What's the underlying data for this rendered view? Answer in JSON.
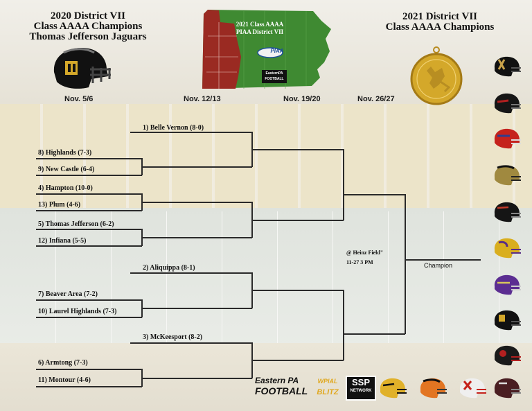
{
  "header": {
    "left_title_lines": [
      "2020 District VII",
      "Class AAAA Champions",
      "Thomas Jefferson Jaguars"
    ],
    "right_title_lines": [
      "2021 District VII",
      "Class AAAA Champions"
    ]
  },
  "map": {
    "title_lines": [
      "2021 Class AAAA",
      "PIAA District VII"
    ],
    "badge": "PIAA",
    "logo_lines": [
      "EasternPA",
      "FOOTBALL"
    ]
  },
  "dates": [
    "Nov. 5/6",
    "Nov. 12/13",
    "Nov. 19/20",
    "Nov. 26/27"
  ],
  "teams": {
    "belle_vernon": "1) Belle Vernon (8-0)",
    "highlands": "8) Highlands (7-3)",
    "new_castle": "9) New Castle (6-4)",
    "hampton": "4) Hampton (10-0)",
    "plum": "13) Plum  (4-6)",
    "thomas_jefferson": "5) Thomas Jefferson (6-2)",
    "indiana": "12) Infiana (5-5)",
    "aliquippa": "2) Aliquippa (8-1)",
    "beaver_area": "7)  Beaver Area  (7-2)",
    "laurel_highlands": "10) Laurel Highlands  (7-3)",
    "mckeesport": "3) McKeesport (8-2)",
    "armstrong": "6) Armtong (7-3)",
    "montour": "11) Montour (4-6)"
  },
  "final": {
    "venue": "@ Heinz Field\"",
    "time": "11-27 3 PM",
    "champion_label": "Champion"
  },
  "sponsors": {
    "epf": [
      "Eastern PA",
      "FOOTBALL"
    ],
    "blitz": [
      "WPIAL",
      "BLITZ"
    ],
    "ssp": [
      "SSP",
      "NETWORK"
    ]
  },
  "colors": {
    "gold": "#d4a82a",
    "map_green": "#3f8a32",
    "map_red": "#9a2a22"
  }
}
